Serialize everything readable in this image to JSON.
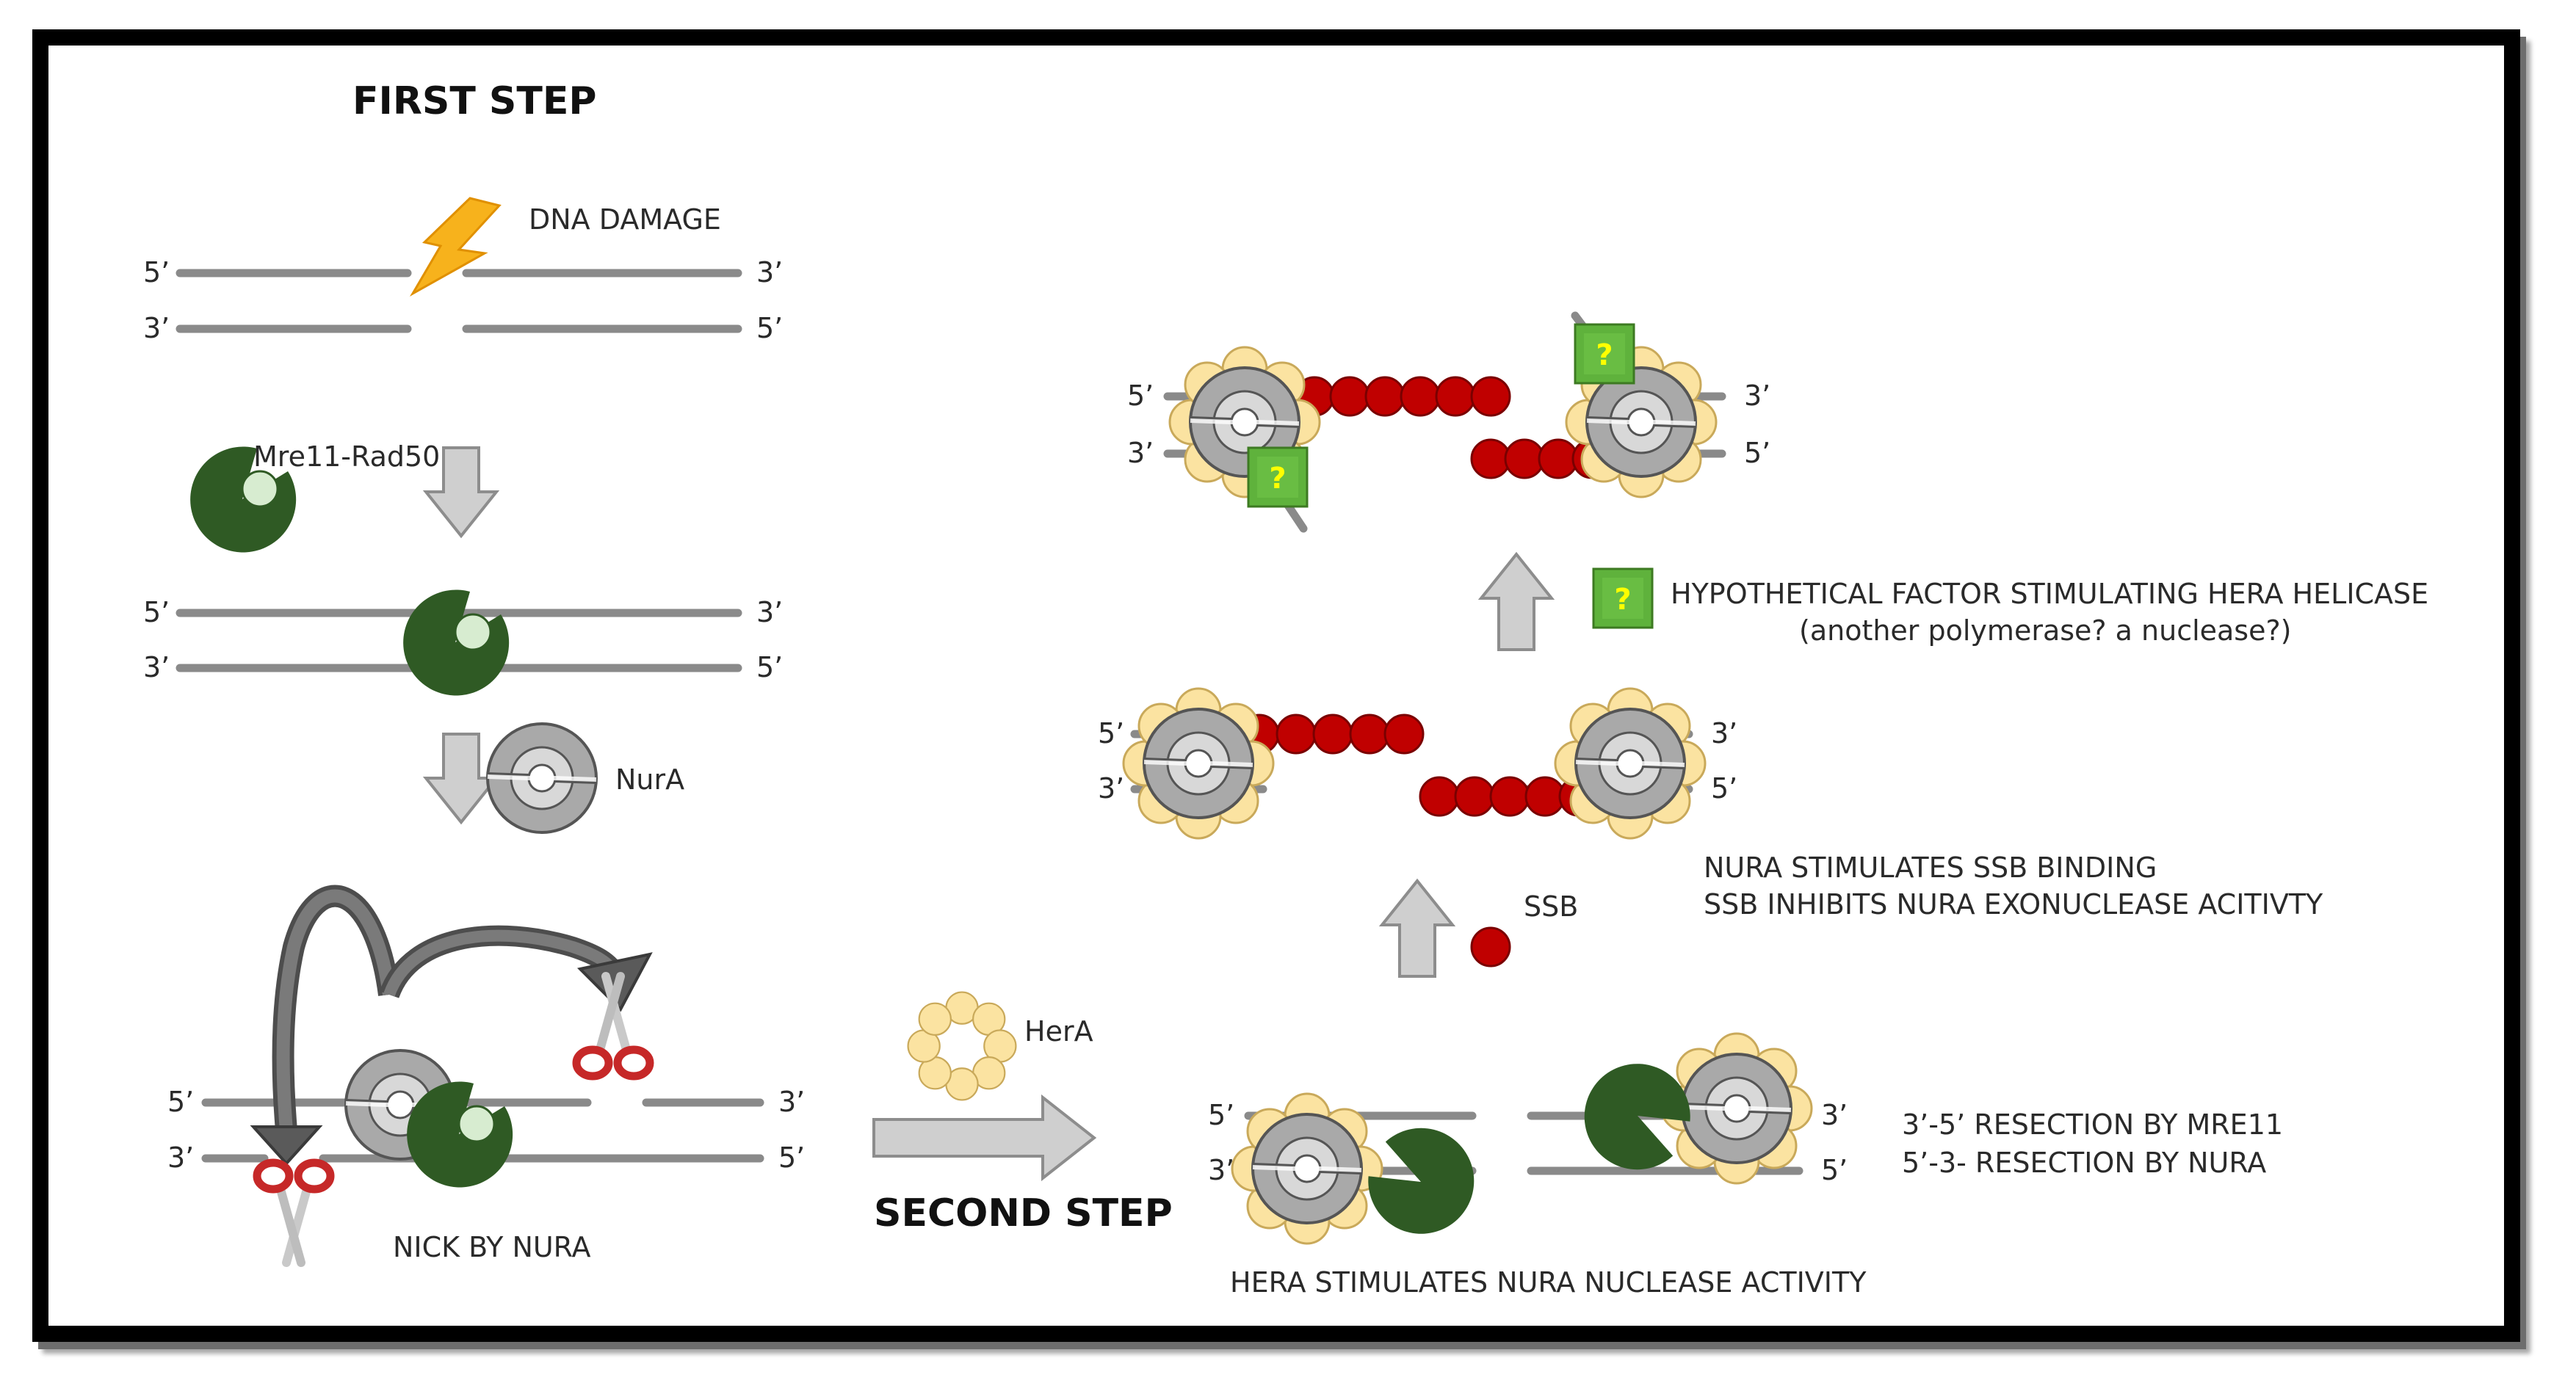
{
  "headings": {
    "first_step": "FIRST STEP",
    "second_step": "SECOND STEP"
  },
  "labels": {
    "dna_damage": "DNA DAMAGE",
    "mre11_rad50": "Mre11-Rad50",
    "nura": "NurA",
    "nick_by_nura": "NICK BY NURA",
    "hera": "HerA",
    "ssb": "SSB",
    "resection_mre11": "3’-5’ RESECTION BY MRE11",
    "resection_nura": "5’-3- RESECTION BY NURA",
    "hera_stimulates": "HERA STIMULATES NURA NUCLEASE ACTIVITY",
    "nura_ssb_binding": "NURA STIMULATES SSB BINDING",
    "ssb_inhibits": "SSB INHIBITS NURA EXONUCLEASE ACITIVTY",
    "hypothetical_line1": "HYPOTHETICAL FACTOR STIMULATING HERA HELICASE",
    "hypothetical_line2": "(another polymerase? a nuclease?)",
    "question_mark": "?"
  },
  "strand_ends": {
    "five_prime": "5’",
    "three_prime": "3’"
  },
  "colors": {
    "strand": "#8a8a8a",
    "mre11": "#2f5a24",
    "mre11_pocket": "#d7ecd0",
    "nura": "#a9a9a9",
    "hera": "#fbe3a1",
    "ssb": "#c00000",
    "factor": "#5fb23c",
    "question": "#ffff00",
    "bolt": "#f7b21c",
    "scissors": "#c62828",
    "arrow_fill": "#cfcfcf",
    "curved_arrow": "#666666"
  }
}
